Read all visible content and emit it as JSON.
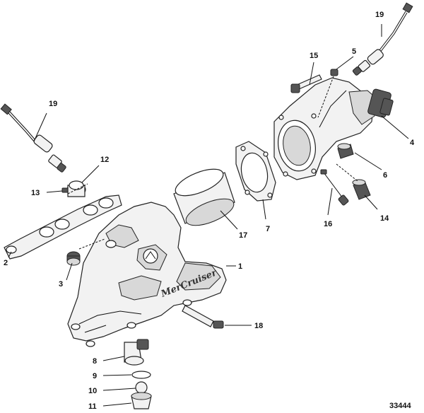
{
  "callouts": {
    "c1": "1",
    "c2": "2",
    "c3": "3",
    "c4": "4",
    "c5": "5",
    "c6": "6",
    "c7": "7",
    "c8": "8",
    "c9": "9",
    "c10": "10",
    "c11": "11",
    "c12": "12",
    "c13": "13",
    "c14": "14",
    "c15": "15",
    "c16": "16",
    "c17": "17",
    "c18": "18",
    "c19a": "19",
    "c19b": "19"
  },
  "manifold_logo": "MerCruiser",
  "figure_number": "33444"
}
